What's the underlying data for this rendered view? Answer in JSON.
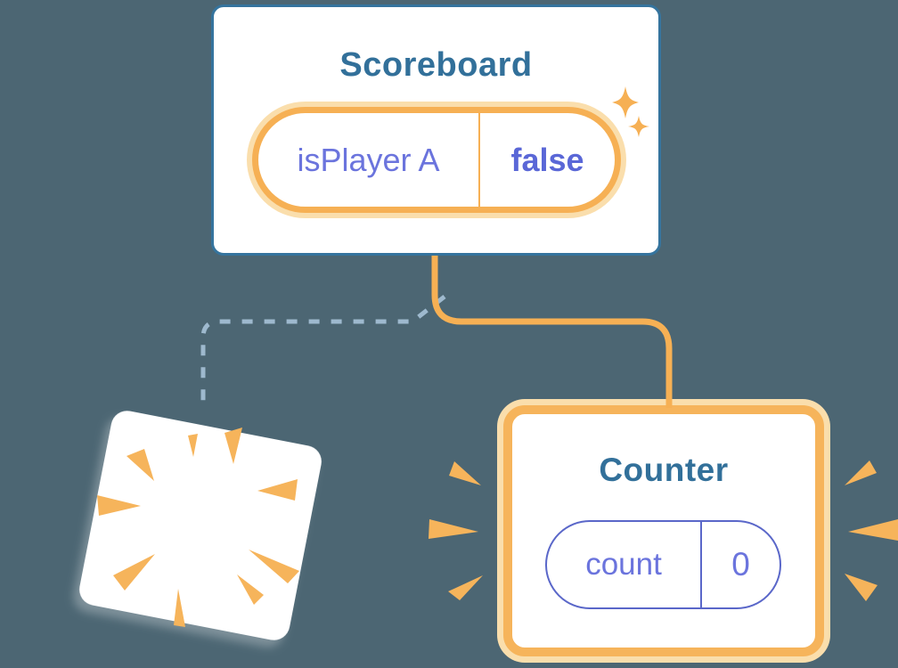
{
  "diagram": {
    "background_color": "#4C6673",
    "scoreboard_card": {
      "title": "Scoreboard",
      "state_pill": {
        "key": "isPlayer A",
        "value": "false"
      }
    },
    "counter_card": {
      "title": "Counter",
      "state_pill": {
        "key": "count",
        "value": "0"
      }
    },
    "icons": [
      "sparkle-icon",
      "poof-burst-icon"
    ],
    "colors": {
      "background_slate": "#4C6673",
      "card_white": "#FFFFFF",
      "scoreboard_border_blue": "#35749E",
      "title_teal": "#32709A",
      "accent_orange": "#F6B054",
      "orange_halo": "#FADEAC",
      "state_text_purple": "#6B74DD",
      "state_value_purple_bold": "#5A67D7",
      "plain_pill_border_purple": "#5A67C9",
      "dashed_connector_blue": "#9EB9CE"
    }
  }
}
